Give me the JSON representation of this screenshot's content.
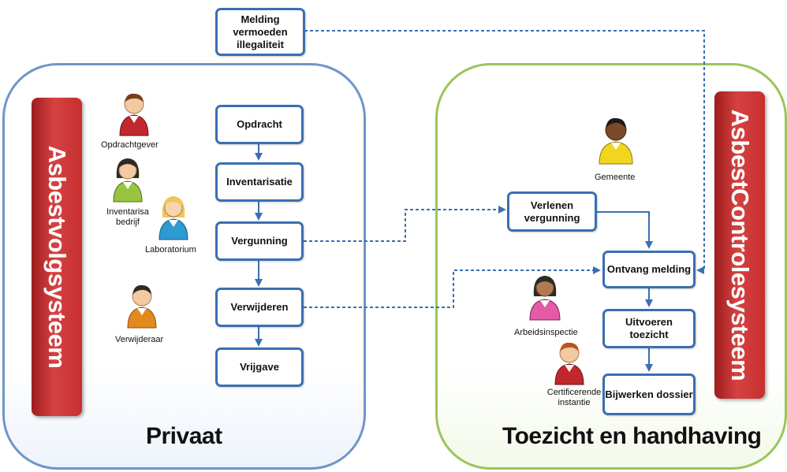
{
  "panels": {
    "privaat_title": "Privaat",
    "toezicht_title": "Toezicht en handhaving"
  },
  "systems": {
    "left": "Asbestvolgsysteem",
    "right": "AsbestControlesysteem"
  },
  "boxes": {
    "melding": "Melding vermoeden illegaliteit",
    "opdracht": "Opdracht",
    "inventarisatie": "Inventarisatie",
    "vergunning": "Vergunning",
    "verwijderen": "Verwijderen",
    "vrijgave": "Vrijgave",
    "verlenen": "Verlenen vergunning",
    "ontvang": "Ontvang melding",
    "uitvoeren": "Uitvoeren toezicht",
    "bijwerken": "Bijwerken dossier"
  },
  "actors": {
    "opdrachtgever": "Opdrachtgever",
    "inventarisatiebureau": "Inventarisa bedrijf",
    "laboratorium": "Laboratorium",
    "verwijderaar": "Verwijderaar",
    "gemeente": "Gemeente",
    "arbeidsinspectie": "Arbeidsinspectie",
    "certificerende": "Certificerende instantie"
  },
  "colors": {
    "privaat_border": "#6f96c8",
    "toezicht_border": "#9bc55a",
    "box_border": "#3a6fb0",
    "system_bar": "#c62f2f",
    "arrow": "#3a6fb0"
  }
}
